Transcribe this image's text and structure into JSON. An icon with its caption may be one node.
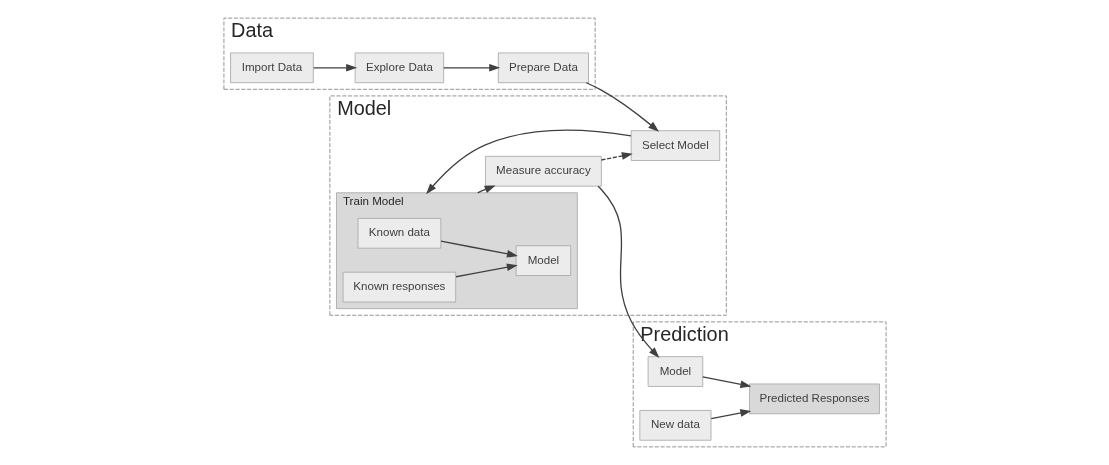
{
  "diagram": {
    "nodes": [
      {
        "text": [
          "Data"
        ]
      },
      {
        "text": [
          "Import Data"
        ],
        "in": 0
      },
      {
        "text": [
          "Explore Data"
        ],
        "in": 0
      },
      {
        "text": [
          "Prepare Data"
        ],
        "in": 0
      },
      {
        "text": [
          "Model"
        ]
      },
      {
        "text": [
          "Select Model"
        ],
        "in": 4
      },
      {
        "text": [
          "Train Model"
        ],
        "in": 4
      },
      {
        "text": [
          "Known data"
        ],
        "in": 6
      },
      {
        "text": [
          "Known responses"
        ],
        "in": 6
      },
      {
        "text": [
          "Model"
        ],
        "in": 6
      },
      {
        "text": [
          "Measure accuracy"
        ],
        "in": 4
      },
      {
        "text": [
          "Prediction"
        ]
      },
      {
        "text": [
          "Model"
        ],
        "in": 11
      },
      {
        "text": [
          "New data"
        ],
        "in": 11
      },
      {
        "text": [
          "Predicted Responses"
        ],
        "in": 11
      }
    ],
    "edges": [
      {
        "from": 1,
        "to": 2,
        "arrow": "to"
      },
      {
        "from": 2,
        "to": 3,
        "arrow": "to"
      },
      {
        "from": 3,
        "to": 5,
        "arrow": "to"
      },
      {
        "from": 5,
        "to": 6,
        "arrow": "to"
      },
      {
        "from": 7,
        "to": 9,
        "arrow": "to"
      },
      {
        "from": 8,
        "to": 9,
        "arrow": "to"
      },
      {
        "from": 6,
        "to": 10,
        "arrow": "to"
      },
      {
        "from": 10,
        "to": 5,
        "arrow": "to",
        "style": "dashed"
      },
      {
        "from": 10,
        "to": 12,
        "arrow": "to"
      },
      {
        "from": 12,
        "to": 14,
        "arrow": "to"
      },
      {
        "from": 13,
        "to": 14,
        "arrow": "to"
      }
    ]
  }
}
